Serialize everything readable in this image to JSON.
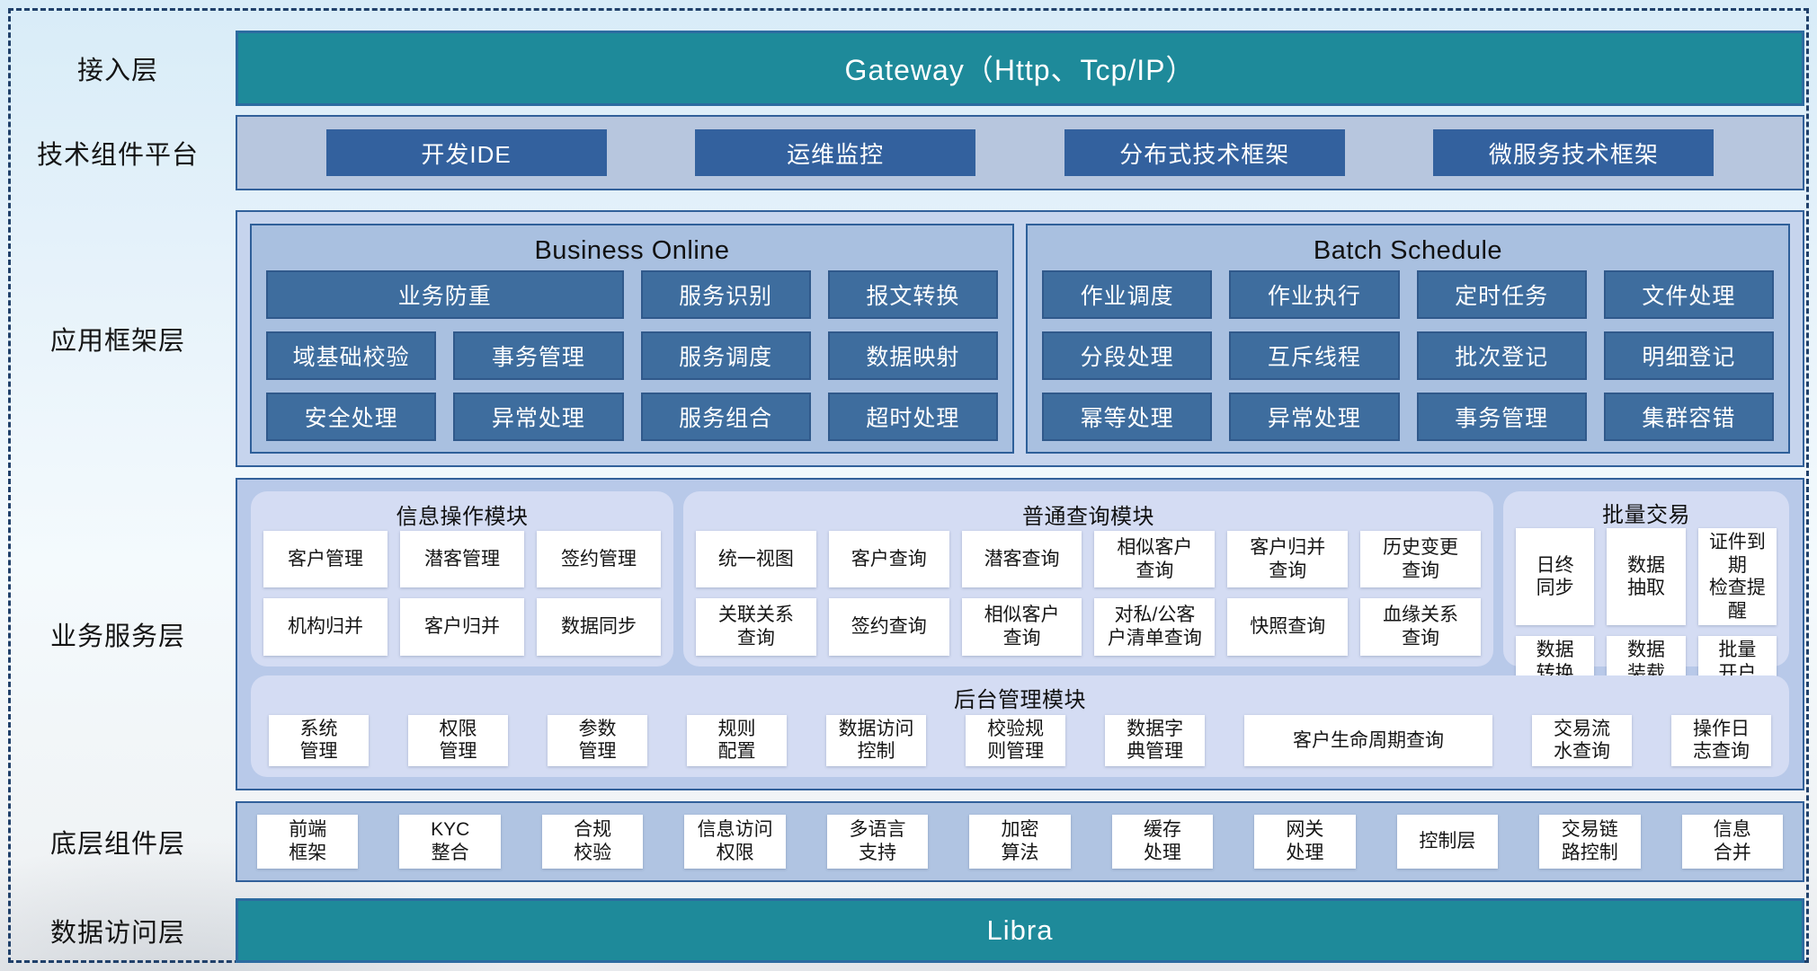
{
  "access_layer": {
    "label": "接入层",
    "bar_text": "Gateway（Http、Tcp/IP）"
  },
  "tech_platform": {
    "label": "技术组件平台",
    "buttons": [
      "开发IDE",
      "运维监控",
      "分布式技术框架",
      "微服务技术框架"
    ]
  },
  "app_framework": {
    "label": "应用框架层",
    "business_online": {
      "title": "Business Online",
      "buttons": [
        {
          "t": "业务防重",
          "span": 2
        },
        "服务识别",
        "报文转换",
        "域基础校验",
        "事务管理",
        "服务调度",
        "数据映射",
        "安全处理",
        "异常处理",
        "服务组合",
        "超时处理"
      ]
    },
    "batch_schedule": {
      "title": "Batch Schedule",
      "buttons": [
        "作业调度",
        "作业执行",
        "定时任务",
        "文件处理",
        "分段处理",
        "互斥线程",
        "批次登记",
        "明细登记",
        "幂等处理",
        "异常处理",
        "事务管理",
        "集群容错"
      ]
    }
  },
  "business_service": {
    "label": "业务服务层",
    "info_module": {
      "title": "信息操作模块",
      "items": [
        "客户管理",
        "潜客管理",
        "签约管理",
        "机构归并",
        "客户归并",
        "数据同步"
      ]
    },
    "query_module": {
      "title": "普通查询模块",
      "items": [
        "统一视图",
        "客户查询",
        "潜客查询",
        "相似客户\n查询",
        "客户归并\n查询",
        "历史变更\n查询",
        "关联关系\n查询",
        "签约查询",
        "相似客户\n查询",
        "对私/公客\n户清单查询",
        "快照查询",
        "血缘关系\n查询"
      ]
    },
    "batch_module": {
      "title": "批量交易",
      "items": [
        "日终\n同步",
        "数据\n抽取",
        "证件到期\n检查提醒",
        "数据\n转换",
        "数据\n装载",
        "批量\n开户"
      ]
    },
    "admin_module": {
      "title": "后台管理模块",
      "items": [
        "系统\n管理",
        "权限\n管理",
        "参数\n管理",
        "规则\n配置",
        "数据访问\n控制",
        "校验规\n则管理",
        "数据字\n典管理",
        {
          "t": "客户生命周期查询",
          "flex": "2.6"
        },
        "交易流\n水查询",
        "操作日\n志查询"
      ]
    }
  },
  "component_layer": {
    "label": "底层组件层",
    "items": [
      "前端\n框架",
      "KYC\n整合",
      "合规\n校验",
      "信息访问\n权限",
      "多语言\n支持",
      "加密\n算法",
      "缓存\n处理",
      "网关\n处理",
      "控制层",
      "交易链\n路控制",
      "信息\n合并"
    ]
  },
  "data_access": {
    "label": "数据访问层",
    "bar_text": "Libra"
  },
  "colors": {
    "teal_bar": "#1e8a9a",
    "dark_blue_button": "#33619e",
    "mid_blue_button": "#3e6d9e",
    "panel_background": "#b7c6de",
    "inner_panel_background": "#a9c0e0",
    "sub_panel_background": "#d4dcf3",
    "panel_border": "#31609a",
    "dashed_frame": "#20406a"
  }
}
